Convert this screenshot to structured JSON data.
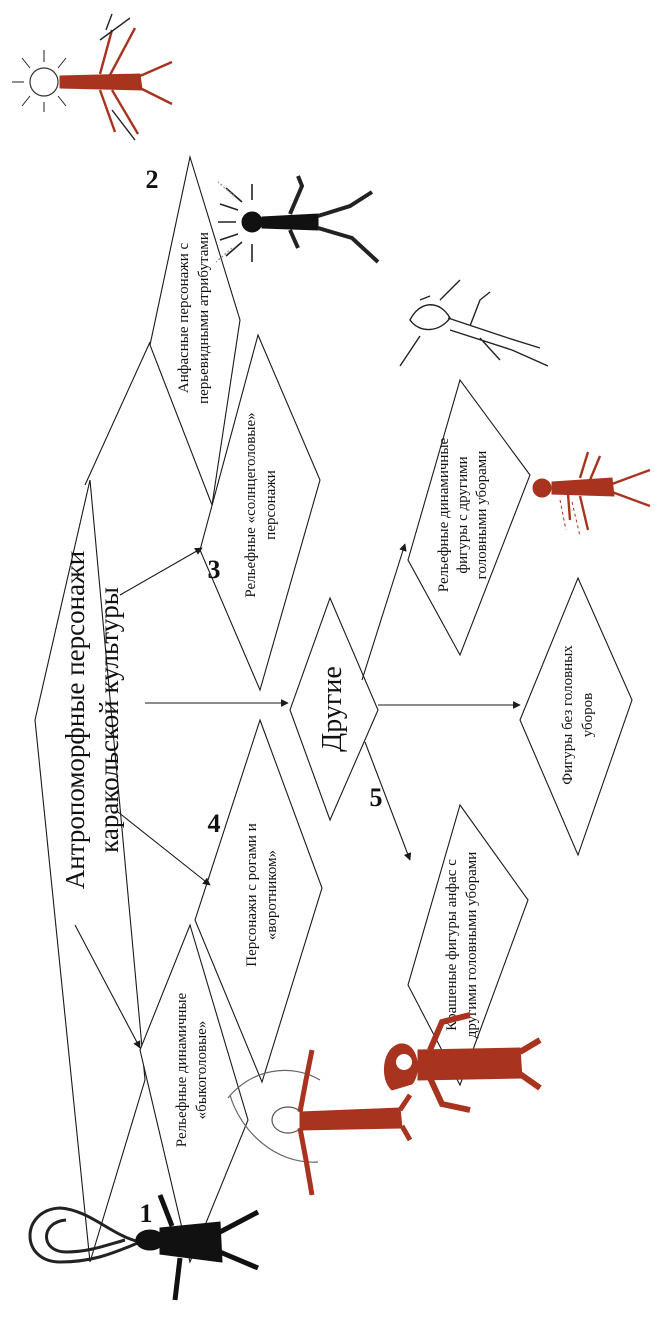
{
  "root": {
    "lines": [
      "Антропоморфные персонажи",
      "каракольской культуры"
    ]
  },
  "groups": [
    {
      "number": "1",
      "lines": [
        "Рельефные динамичные",
        "«быкоголовые»"
      ]
    },
    {
      "number": "2",
      "lines": [
        "Анфасные персонажи с",
        "перьевидными атрибутами"
      ]
    },
    {
      "number": "3",
      "lines": [
        "Рельефные «солнцеголовые»",
        "персонажи"
      ]
    },
    {
      "number": "4",
      "lines": [
        "Персонажи с рогами и",
        "«воротником»"
      ]
    },
    {
      "number": "5",
      "label": "Другие"
    }
  ],
  "subgroups": [
    {
      "lines": [
        "Рельефные динамичные",
        "фигуры с другими",
        "головными уборами"
      ]
    },
    {
      "lines": [
        "Крашеные фигуры анфас с",
        "другими головными уборами"
      ]
    },
    {
      "lines": [
        "Фигуры без головных",
        "уборов"
      ]
    }
  ],
  "colors": {
    "ink": "#1a1a1a",
    "ochre": "#a8331f",
    "figure_dark": "#111111"
  },
  "icons": {
    "figure_1": "bull-headed-figure-icon",
    "figure_2a": "radiant-figure-icon",
    "figure_2b": "feathered-figure-icon",
    "figure_3": "sketch-figure-icon",
    "figure_4": "horned-figure-icon",
    "figure_5a": "red-dynamic-figure-icon",
    "figure_5b": "red-frontal-figure-icon"
  }
}
